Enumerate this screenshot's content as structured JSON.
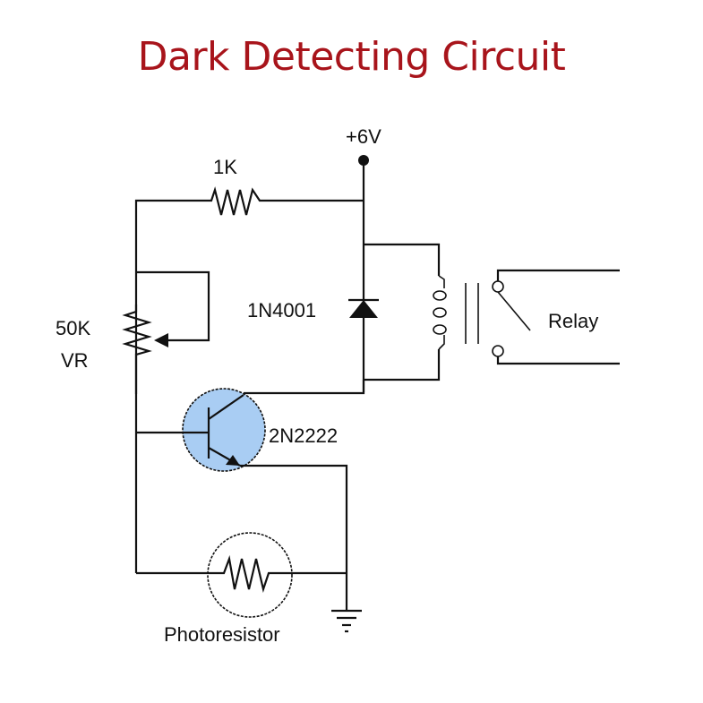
{
  "title": "Dark Detecting Circuit",
  "colors": {
    "title": "#a8141b",
    "wire": "#111111",
    "transistor_fill": "#a9cdf3"
  },
  "components": {
    "supply": {
      "label": "+6V",
      "icon": "power-terminal-icon"
    },
    "resistor": {
      "label": "1K",
      "icon": "resistor-icon"
    },
    "potentiometer": {
      "label_line1": "50K",
      "label_line2": "VR",
      "icon": "variable-resistor-icon"
    },
    "diode": {
      "label": "1N4001",
      "icon": "diode-icon"
    },
    "relay": {
      "label": "Relay",
      "icon": "relay-icon"
    },
    "transistor": {
      "label": "2N2222",
      "icon": "npn-transistor-icon"
    },
    "photoresistor": {
      "label": "Photoresistor",
      "icon": "photoresistor-icon"
    },
    "ground": {
      "icon": "ground-icon"
    }
  }
}
